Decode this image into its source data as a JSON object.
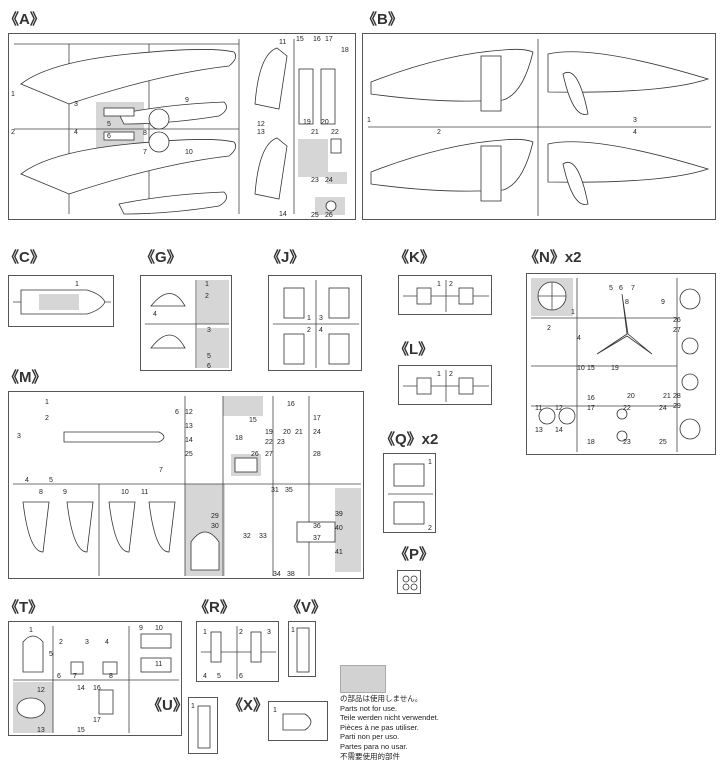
{
  "sprues": {
    "A": {
      "label": "《A》"
    },
    "B": {
      "label": "《B》"
    },
    "C": {
      "label": "《C》"
    },
    "G": {
      "label": "《G》"
    },
    "J": {
      "label": "《J》"
    },
    "K": {
      "label": "《K》"
    },
    "N": {
      "label": "《N》x2"
    },
    "L": {
      "label": "《L》"
    },
    "M": {
      "label": "《M》"
    },
    "Q": {
      "label": "《Q》x2"
    },
    "P": {
      "label": "《P》"
    },
    "T": {
      "label": "《T》"
    },
    "R": {
      "label": "《R》"
    },
    "V": {
      "label": "《V》"
    },
    "U": {
      "label": "《U》"
    },
    "X": {
      "label": "《X》"
    }
  },
  "legend": {
    "lines": [
      "の部品は使用しません。",
      "Parts not for use.",
      "Teile werden nicht verwendet.",
      "Pièces à ne pas utiliser.",
      "Parti non per uso.",
      "Partes para no usar.",
      "不需要使用的部件"
    ]
  }
}
